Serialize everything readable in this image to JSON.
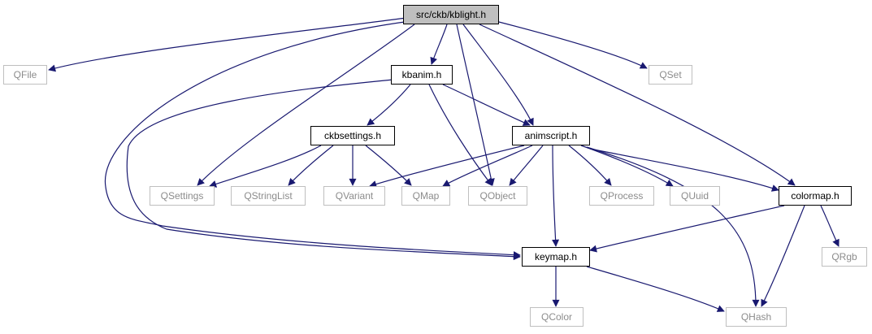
{
  "diagram": {
    "edge_color": "#191970",
    "nodes": {
      "root": "src/ckb/kblight.h",
      "qfile": "QFile",
      "kbanim": "kbanim.h",
      "qset": "QSet",
      "ckbsettings": "ckbsettings.h",
      "animscript": "animscript.h",
      "qsettings": "QSettings",
      "qstringlist": "QStringList",
      "qvariant": "QVariant",
      "qmap": "QMap",
      "qobject": "QObject",
      "qprocess": "QProcess",
      "quuid": "QUuid",
      "colormap": "colormap.h",
      "qrgb": "QRgb",
      "keymap": "keymap.h",
      "qcolor": "QColor",
      "qhash": "QHash"
    },
    "edges": [
      [
        "root",
        "qfile"
      ],
      [
        "root",
        "kbanim"
      ],
      [
        "root",
        "qset"
      ],
      [
        "root",
        "qsettings"
      ],
      [
        "root",
        "keymap"
      ],
      [
        "root",
        "qobject"
      ],
      [
        "root",
        "animscript"
      ],
      [
        "root",
        "colormap"
      ],
      [
        "kbanim",
        "ckbsettings"
      ],
      [
        "kbanim",
        "animscript"
      ],
      [
        "kbanim",
        "qobject"
      ],
      [
        "kbanim",
        "keymap"
      ],
      [
        "ckbsettings",
        "qsettings"
      ],
      [
        "ckbsettings",
        "qstringlist"
      ],
      [
        "ckbsettings",
        "qvariant"
      ],
      [
        "ckbsettings",
        "qmap"
      ],
      [
        "animscript",
        "qvariant"
      ],
      [
        "animscript",
        "qmap"
      ],
      [
        "animscript",
        "qobject"
      ],
      [
        "animscript",
        "qprocess"
      ],
      [
        "animscript",
        "quuid"
      ],
      [
        "animscript",
        "colormap"
      ],
      [
        "animscript",
        "keymap"
      ],
      [
        "animscript",
        "qhash"
      ],
      [
        "colormap",
        "keymap"
      ],
      [
        "colormap",
        "qrgb"
      ],
      [
        "colormap",
        "qhash"
      ],
      [
        "keymap",
        "qcolor"
      ],
      [
        "keymap",
        "qhash"
      ]
    ]
  }
}
